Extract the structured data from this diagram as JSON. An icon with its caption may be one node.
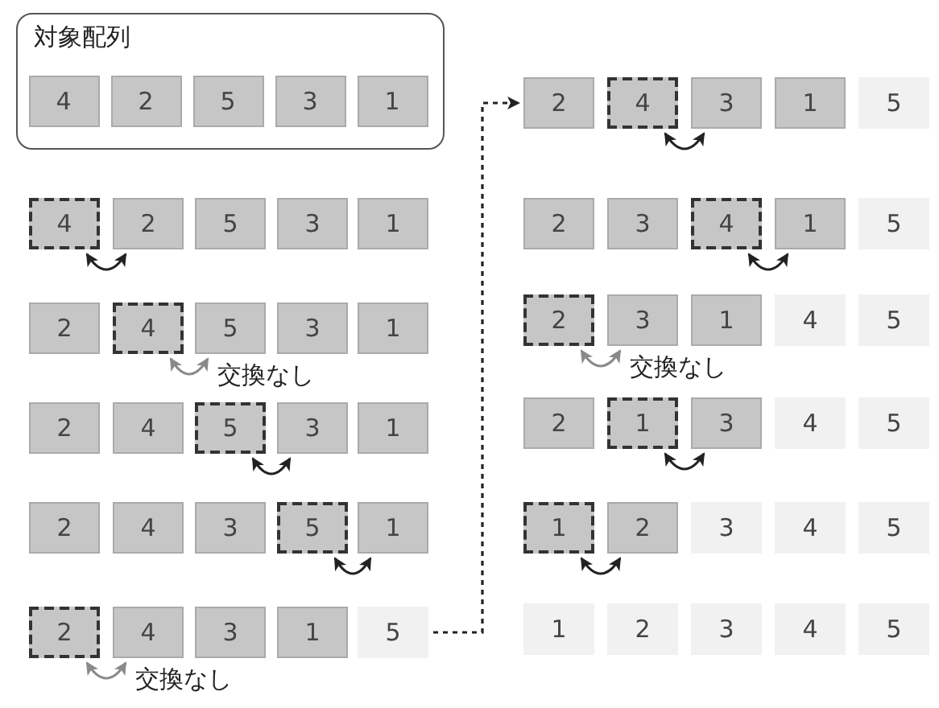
{
  "diagram": {
    "nodes": [
      {
        "text": [
          "対象配列"
        ]
      },
      {
        "text": [
          "4"
        ],
        "in": 0
      },
      {
        "text": [
          "2"
        ],
        "in": 0
      },
      {
        "text": [
          "5"
        ],
        "in": 0
      },
      {
        "text": [
          "3"
        ],
        "in": 0
      },
      {
        "text": [
          "1"
        ],
        "in": 0
      },
      {
        "text": [
          "4"
        ]
      },
      {
        "text": [
          "2"
        ]
      },
      {
        "text": [
          "5"
        ]
      },
      {
        "text": [
          "3"
        ]
      },
      {
        "text": [
          "1"
        ]
      },
      {
        "text": [
          "2"
        ]
      },
      {
        "text": [
          "4"
        ]
      },
      {
        "text": [
          "5"
        ]
      },
      {
        "text": [
          "3"
        ]
      },
      {
        "text": [
          "1"
        ]
      },
      {
        "text": [
          "2"
        ]
      },
      {
        "text": [
          "4"
        ]
      },
      {
        "text": [
          "5"
        ]
      },
      {
        "text": [
          "3"
        ]
      },
      {
        "text": [
          "1"
        ]
      },
      {
        "text": [
          "2"
        ]
      },
      {
        "text": [
          "4"
        ]
      },
      {
        "text": [
          "3"
        ]
      },
      {
        "text": [
          "5"
        ]
      },
      {
        "text": [
          "1"
        ]
      },
      {
        "text": [
          "2"
        ]
      },
      {
        "text": [
          "4"
        ]
      },
      {
        "text": [
          "3"
        ]
      },
      {
        "text": [
          "1"
        ]
      },
      {
        "text": [
          "5"
        ]
      },
      {
        "text": [
          "2"
        ]
      },
      {
        "text": [
          "4"
        ]
      },
      {
        "text": [
          "3"
        ]
      },
      {
        "text": [
          "1"
        ]
      },
      {
        "text": [
          "5"
        ]
      },
      {
        "text": [
          "2"
        ]
      },
      {
        "text": [
          "3"
        ]
      },
      {
        "text": [
          "4"
        ]
      },
      {
        "text": [
          "1"
        ]
      },
      {
        "text": [
          "5"
        ]
      },
      {
        "text": [
          "2"
        ]
      },
      {
        "text": [
          "3"
        ]
      },
      {
        "text": [
          "1"
        ]
      },
      {
        "text": [
          "4"
        ]
      },
      {
        "text": [
          "5"
        ]
      },
      {
        "text": [
          "2"
        ]
      },
      {
        "text": [
          "1"
        ]
      },
      {
        "text": [
          "3"
        ]
      },
      {
        "text": [
          "4"
        ]
      },
      {
        "text": [
          "5"
        ]
      },
      {
        "text": [
          "1"
        ]
      },
      {
        "text": [
          "2"
        ]
      },
      {
        "text": [
          "3"
        ]
      },
      {
        "text": [
          "4"
        ]
      },
      {
        "text": [
          "5"
        ]
      },
      {
        "text": [
          "1"
        ]
      },
      {
        "text": [
          "2"
        ]
      },
      {
        "text": [
          "3"
        ]
      },
      {
        "text": [
          "4"
        ]
      },
      {
        "text": [
          "5"
        ]
      }
    ],
    "edges": [
      {
        "from": 6,
        "to": 7,
        "arrow": "both"
      },
      {
        "from": 12,
        "to": 13,
        "arrow": "both",
        "label": "交換なし",
        "color": "#8a8a8a"
      },
      {
        "from": 18,
        "to": 19,
        "arrow": "both"
      },
      {
        "from": 24,
        "to": 25,
        "arrow": "both"
      },
      {
        "from": 26,
        "to": 27,
        "arrow": "both",
        "label": "交換なし",
        "color": "#8a8a8a"
      },
      {
        "from": 30,
        "to": 31,
        "arrow": "to",
        "style": "dashed"
      },
      {
        "from": 32,
        "to": 33,
        "arrow": "both"
      },
      {
        "from": 38,
        "to": 39,
        "arrow": "both"
      },
      {
        "from": 41,
        "to": 42,
        "arrow": "both",
        "label": "交換なし",
        "color": "#8a8a8a"
      },
      {
        "from": 47,
        "to": 48,
        "arrow": "both"
      },
      {
        "from": 51,
        "to": 52,
        "arrow": "both"
      }
    ]
  }
}
